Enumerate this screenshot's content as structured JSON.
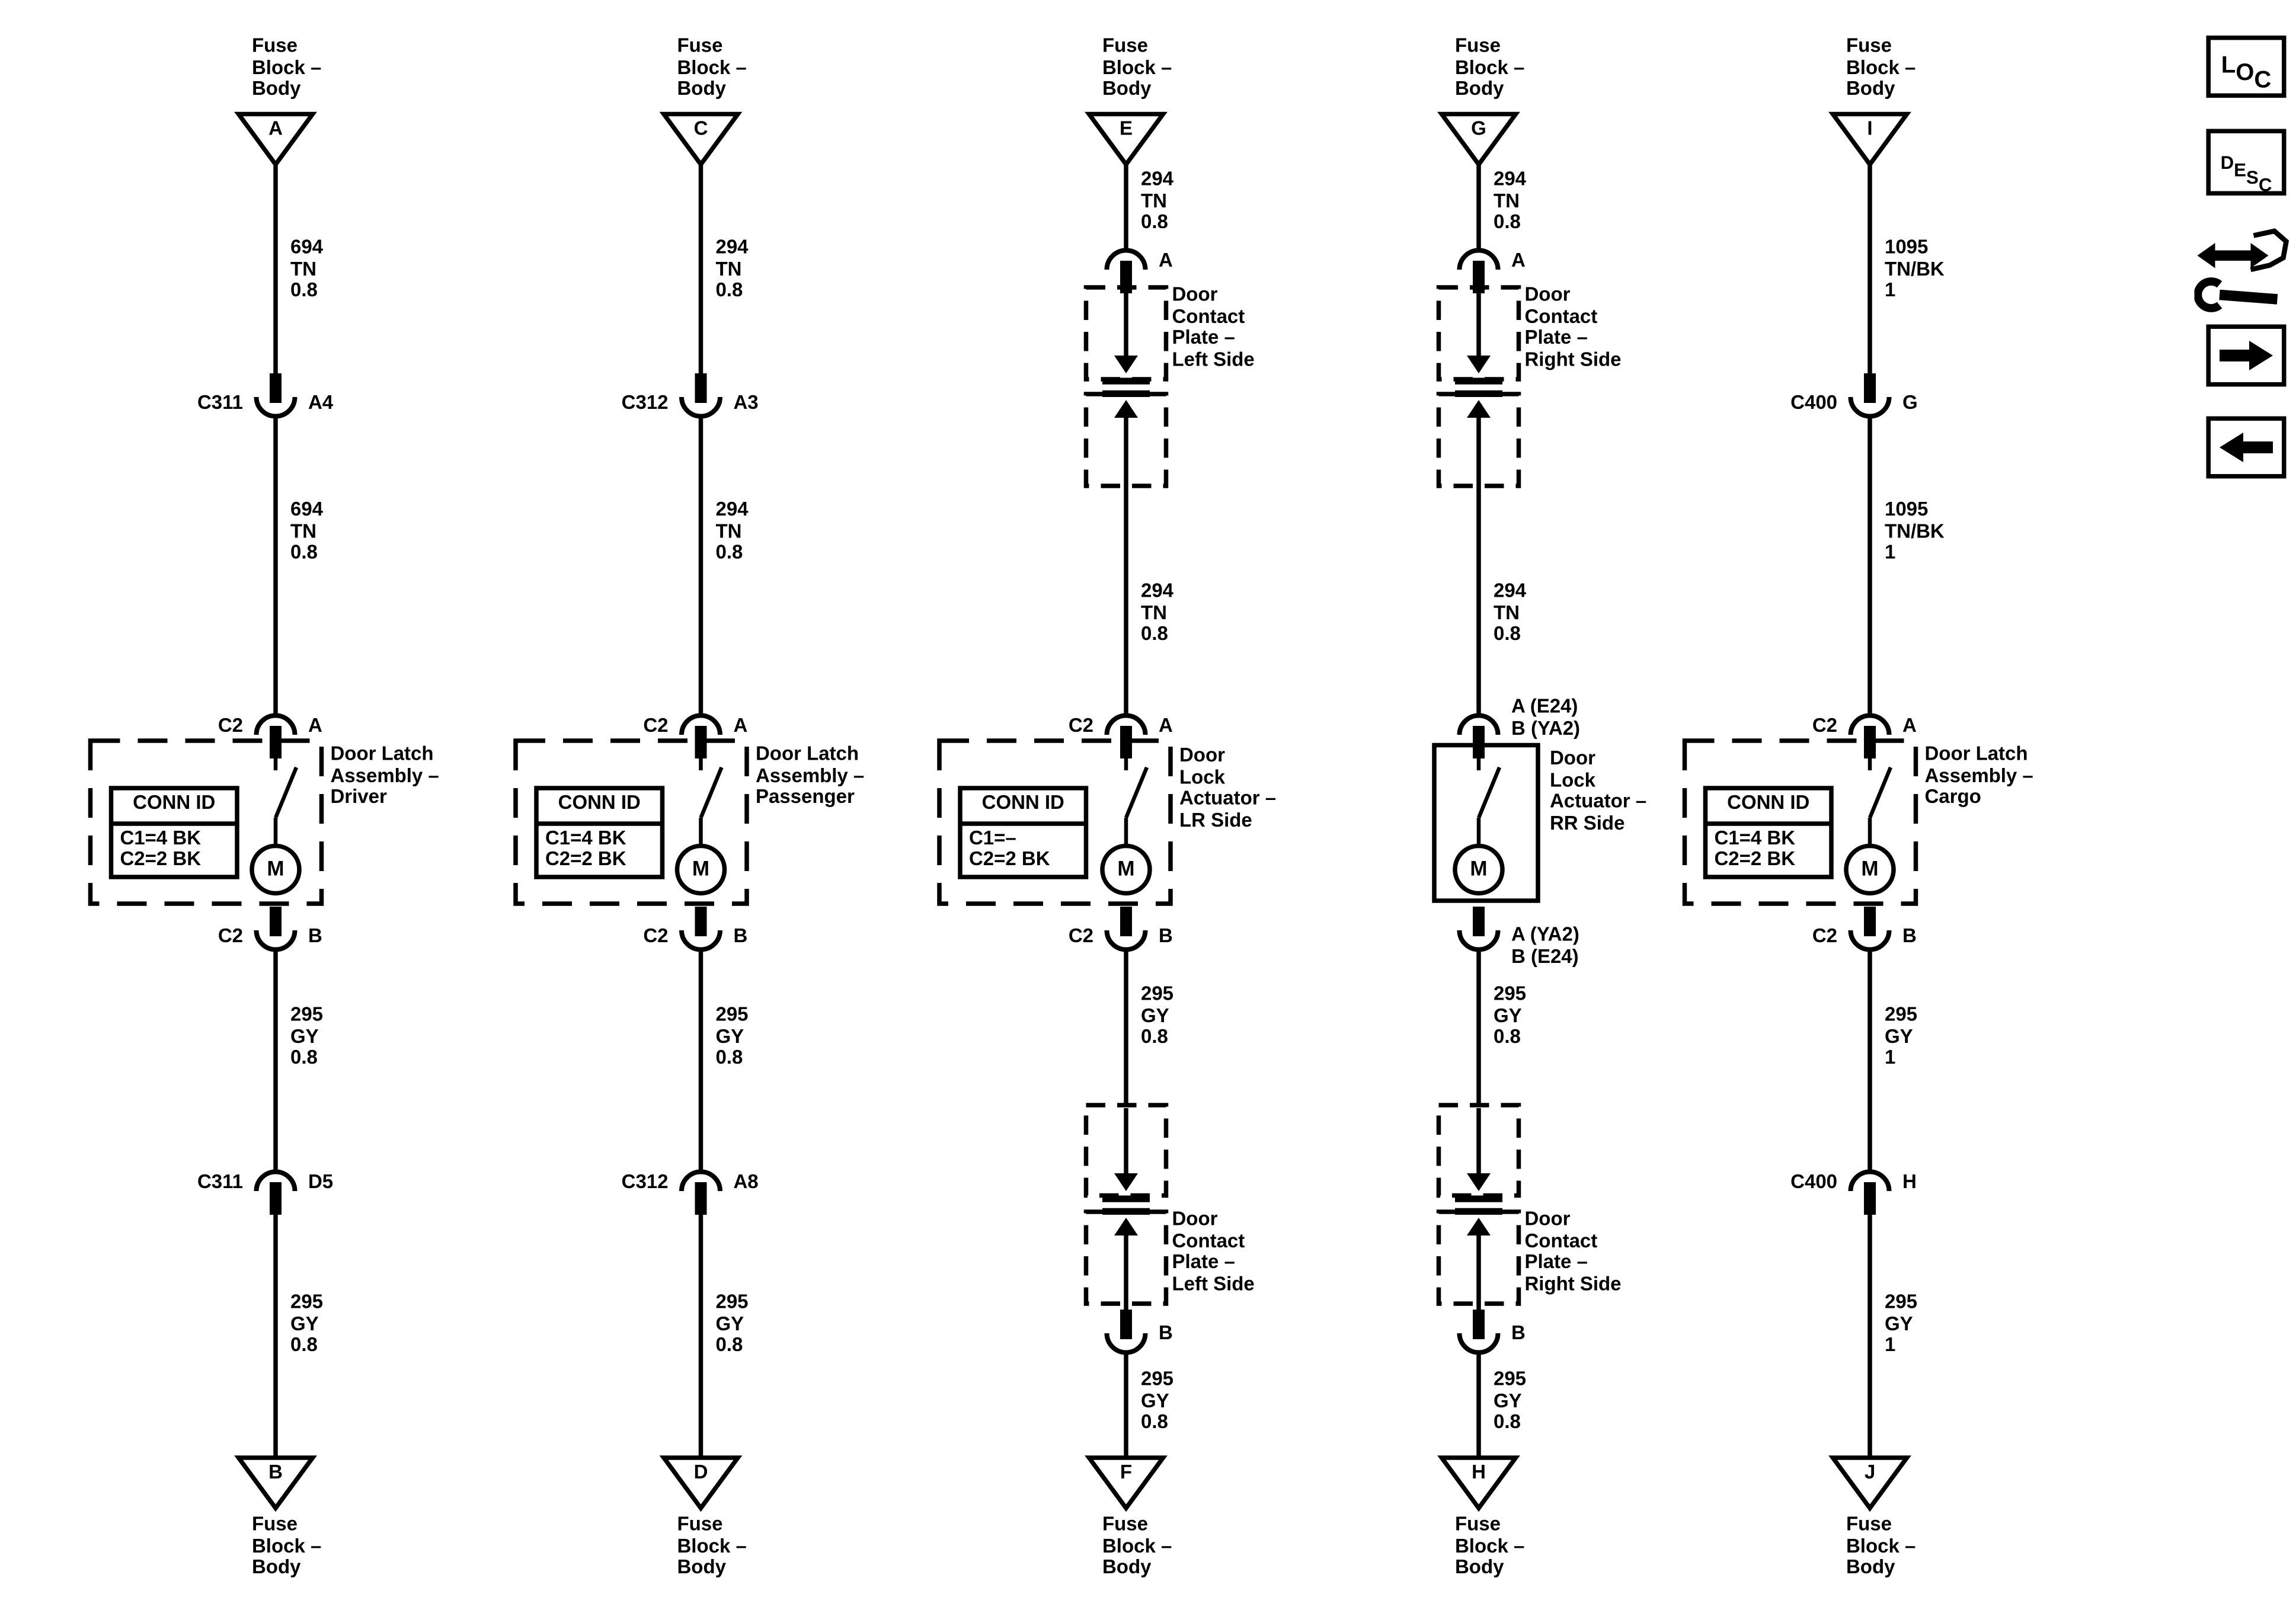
{
  "colors": {
    "ink": "#000000",
    "background": "#ffffff"
  },
  "toolbar": {
    "loc_label": "LOC",
    "desc_label": "DESC",
    "icons": {
      "routing": "harness-routing-wrench-icon",
      "next": "right-arrow-icon",
      "prev": "left-arrow-icon"
    }
  },
  "columns": [
    {
      "id": "driver",
      "source_label": "Fuse\nBlock –\nBody",
      "source_pin": "A",
      "wire_top_1": "694\nTN\n0.8",
      "inline_conn_top": {
        "name": "C311",
        "pin": "A4"
      },
      "wire_top_2": "694\nTN\n0.8",
      "comp_conn_top": {
        "name": "C2",
        "pin": "A"
      },
      "component_label": "Door Latch\nAssembly –\nDriver",
      "conn_id": {
        "title": "CONN ID",
        "row1": "C1=4 BK",
        "row2": "C2=2 BK"
      },
      "motor_label": "M",
      "comp_conn_bottom": {
        "name": "C2",
        "pin": "B"
      },
      "wire_bottom_1": "295\nGY\n0.8",
      "inline_conn_bottom": {
        "name": "C311",
        "pin": "D5"
      },
      "wire_bottom_2": "295\nGY\n0.8",
      "return_pin": "B",
      "return_label": "Fuse\nBlock –\nBody"
    },
    {
      "id": "passenger",
      "source_label": "Fuse\nBlock –\nBody",
      "source_pin": "C",
      "wire_top_1": "294\nTN\n0.8",
      "inline_conn_top": {
        "name": "C312",
        "pin": "A3"
      },
      "wire_top_2": "294\nTN\n0.8",
      "comp_conn_top": {
        "name": "C2",
        "pin": "A"
      },
      "component_label": "Door Latch\nAssembly –\nPassenger",
      "conn_id": {
        "title": "CONN ID",
        "row1": "C1=4 BK",
        "row2": "C2=2 BK"
      },
      "motor_label": "M",
      "comp_conn_bottom": {
        "name": "C2",
        "pin": "B"
      },
      "wire_bottom_1": "295\nGY\n0.8",
      "inline_conn_bottom": {
        "name": "C312",
        "pin": "A8"
      },
      "wire_bottom_2": "295\nGY\n0.8",
      "return_pin": "D",
      "return_label": "Fuse\nBlock –\nBody"
    },
    {
      "id": "lr",
      "source_label": "Fuse\nBlock –\nBody",
      "source_pin": "E",
      "wire_top_1": "294\nTN\n0.8",
      "plate_pin_top": "A",
      "plate_label_top": "Door\nContact\nPlate –\nLeft Side",
      "wire_top_2": "294\nTN\n0.8",
      "comp_conn_top": {
        "name": "C2",
        "pin": "A"
      },
      "component_label": "Door\nLock\nActuator –\nLR Side",
      "conn_id": {
        "title": "CONN ID",
        "row1": "C1=–",
        "row2": "C2=2 BK"
      },
      "motor_label": "M",
      "comp_conn_bottom": {
        "name": "C2",
        "pin": "B"
      },
      "wire_bottom_1": "295\nGY\n0.8",
      "plate_label_bottom": "Door\nContact\nPlate –\nLeft Side",
      "plate_pin_bottom": "B",
      "wire_bottom_2": "295\nGY\n0.8",
      "return_pin": "F",
      "return_label": "Fuse\nBlock –\nBody"
    },
    {
      "id": "rr",
      "source_label": "Fuse\nBlock –\nBody",
      "source_pin": "G",
      "wire_top_1": "294\nTN\n0.8",
      "plate_pin_top": "A",
      "plate_label_top": "Door\nContact\nPlate –\nRight Side",
      "wire_top_2": "294\nTN\n0.8",
      "comp_pins_top": "A (E24)\nB (YA2)",
      "component_label": "Door\nLock\nActuator –\nRR Side",
      "motor_label": "M",
      "comp_pins_bottom": "A (YA2)\nB (E24)",
      "wire_bottom_1": "295\nGY\n0.8",
      "plate_label_bottom": "Door\nContact\nPlate –\nRight Side",
      "plate_pin_bottom": "B",
      "wire_bottom_2": "295\nGY\n0.8",
      "return_pin": "H",
      "return_label": "Fuse\nBlock –\nBody"
    },
    {
      "id": "cargo",
      "source_label": "Fuse\nBlock –\nBody",
      "source_pin": "I",
      "wire_top_1": "1095\nTN/BK\n1",
      "inline_conn_top": {
        "name": "C400",
        "pin": "G"
      },
      "wire_top_2": "1095\nTN/BK\n1",
      "comp_conn_top": {
        "name": "C2",
        "pin": "A"
      },
      "component_label": "Door Latch\nAssembly –\nCargo",
      "conn_id": {
        "title": "CONN ID",
        "row1": "C1=4 BK",
        "row2": "C2=2 BK"
      },
      "motor_label": "M",
      "comp_conn_bottom": {
        "name": "C2",
        "pin": "B"
      },
      "wire_bottom_1": "295\nGY\n1",
      "inline_conn_bottom": {
        "name": "C400",
        "pin": "H"
      },
      "wire_bottom_2": "295\nGY\n1",
      "return_pin": "J",
      "return_label": "Fuse\nBlock –\nBody"
    }
  ]
}
